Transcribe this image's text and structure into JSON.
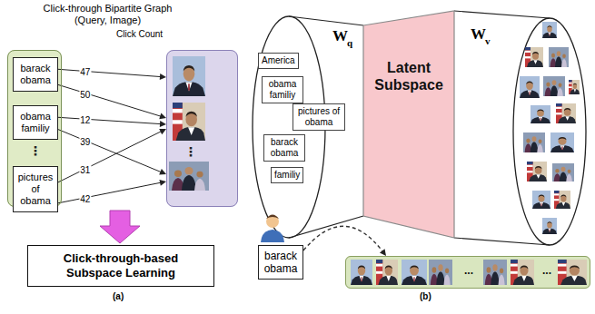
{
  "diagram": {
    "title": "Click-through Bipartite Graph (Query, Image)",
    "nodes": [
      {
        "text": [
          "⋮"
        ]
      },
      {
        "text": [
          "barack obama"
        ],
        "in": 0
      },
      {
        "text": [
          "obama familiy"
        ],
        "in": 0
      },
      {
        "text": [
          "pictures of obama"
        ],
        "in": 0
      },
      {
        "text": [
          "⋮"
        ]
      },
      {
        "text": [
          "Click-through-based Subspace Learning"
        ]
      },
      {
        "text": [
          "Latent Subspace"
        ]
      },
      {
        "text": [
          "America"
        ]
      },
      {
        "text": [
          "obama familiy"
        ]
      },
      {
        "text": [
          "pictures of obama"
        ]
      },
      {
        "text": [
          "barack obama"
        ]
      },
      {
        "text": [
          "familiy"
        ]
      },
      {
        "text": [
          "barack obama"
        ]
      },
      {
        "text": [
          "...",
          "..."
        ]
      }
    ],
    "edges": [
      {
        "from": 1,
        "to": 4,
        "label": "47",
        "arrow": "to"
      },
      {
        "from": 1,
        "to": 4,
        "label": "50",
        "arrow": "to"
      },
      {
        "from": 2,
        "to": 4,
        "label": "12",
        "arrow": "to"
      },
      {
        "from": 2,
        "to": 4,
        "label": "39",
        "arrow": "to"
      },
      {
        "from": 3,
        "to": 4,
        "label": "31",
        "arrow": "to"
      },
      {
        "from": 3,
        "to": 4,
        "label": "42",
        "arrow": "to"
      },
      {
        "from": 12,
        "to": 13,
        "arrow": "to"
      }
    ],
    "labels": [
      "Click Count",
      "W",
      "q",
      "W",
      "v",
      "(a)",
      "(b)"
    ]
  }
}
